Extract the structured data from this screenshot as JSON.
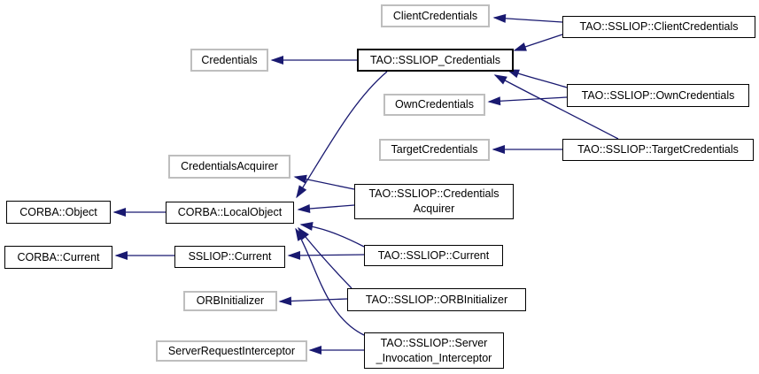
{
  "diagram": {
    "type": "class-inheritance-graph",
    "background_color": "#ffffff",
    "edge_color": "#191970",
    "documented_class_border_color": "#000000",
    "external_class_border_color": "#bebebe",
    "nodes": [
      {
        "id": "client_credentials",
        "label": "ClientCredentials",
        "style": "external"
      },
      {
        "id": "tao_ssliop_client_credentials",
        "label": "TAO::SSLIOP::ClientCredentials",
        "style": "class"
      },
      {
        "id": "credentials",
        "label": "Credentials",
        "style": "external"
      },
      {
        "id": "tao_ssliop_credentials",
        "label": "TAO::SSLIOP_Credentials",
        "style": "class-bold"
      },
      {
        "id": "own_credentials",
        "label": "OwnCredentials",
        "style": "external"
      },
      {
        "id": "tao_ssliop_own_credentials",
        "label": "TAO::SSLIOP::OwnCredentials",
        "style": "class"
      },
      {
        "id": "target_credentials",
        "label": "TargetCredentials",
        "style": "external"
      },
      {
        "id": "tao_ssliop_target_credentials",
        "label": "TAO::SSLIOP::TargetCredentials",
        "style": "class"
      },
      {
        "id": "credentials_acquirer",
        "label": "CredentialsAcquirer",
        "style": "external"
      },
      {
        "id": "tao_ssliop_credentials_acquirer",
        "label": "TAO::SSLIOP::Credentials\nAcquirer",
        "style": "class"
      },
      {
        "id": "corba_object",
        "label": "CORBA::Object",
        "style": "class"
      },
      {
        "id": "corba_local_object",
        "label": "CORBA::LocalObject",
        "style": "class"
      },
      {
        "id": "corba_current",
        "label": "CORBA::Current",
        "style": "class"
      },
      {
        "id": "ssliop_current",
        "label": "SSLIOP::Current",
        "style": "class"
      },
      {
        "id": "tao_ssliop_current",
        "label": "TAO::SSLIOP::Current",
        "style": "class"
      },
      {
        "id": "orb_initializer",
        "label": "ORBInitializer",
        "style": "external"
      },
      {
        "id": "tao_ssliop_orb_initializer",
        "label": "TAO::SSLIOP::ORBInitializer",
        "style": "class"
      },
      {
        "id": "server_request_interceptor",
        "label": "ServerRequestInterceptor",
        "style": "external"
      },
      {
        "id": "tao_ssliop_server_invocation_interceptor",
        "label": "TAO::SSLIOP::Server\n_Invocation_Interceptor",
        "style": "class"
      }
    ],
    "edges": [
      {
        "from": "tao_ssliop_client_credentials",
        "to": "client_credentials"
      },
      {
        "from": "tao_ssliop_client_credentials",
        "to": "tao_ssliop_credentials"
      },
      {
        "from": "tao_ssliop_credentials",
        "to": "credentials"
      },
      {
        "from": "tao_ssliop_own_credentials",
        "to": "tao_ssliop_credentials"
      },
      {
        "from": "tao_ssliop_own_credentials",
        "to": "own_credentials"
      },
      {
        "from": "tao_ssliop_target_credentials",
        "to": "tao_ssliop_credentials"
      },
      {
        "from": "tao_ssliop_target_credentials",
        "to": "target_credentials"
      },
      {
        "from": "tao_ssliop_credentials",
        "to": "corba_local_object"
      },
      {
        "from": "tao_ssliop_credentials_acquirer",
        "to": "credentials_acquirer"
      },
      {
        "from": "tao_ssliop_credentials_acquirer",
        "to": "corba_local_object"
      },
      {
        "from": "corba_local_object",
        "to": "corba_object"
      },
      {
        "from": "ssliop_current",
        "to": "corba_current"
      },
      {
        "from": "tao_ssliop_current",
        "to": "ssliop_current"
      },
      {
        "from": "tao_ssliop_current",
        "to": "corba_local_object"
      },
      {
        "from": "tao_ssliop_orb_initializer",
        "to": "orb_initializer"
      },
      {
        "from": "tao_ssliop_orb_initializer",
        "to": "corba_local_object"
      },
      {
        "from": "tao_ssliop_server_invocation_interceptor",
        "to": "server_request_interceptor"
      },
      {
        "from": "tao_ssliop_server_invocation_interceptor",
        "to": "corba_local_object"
      }
    ]
  }
}
